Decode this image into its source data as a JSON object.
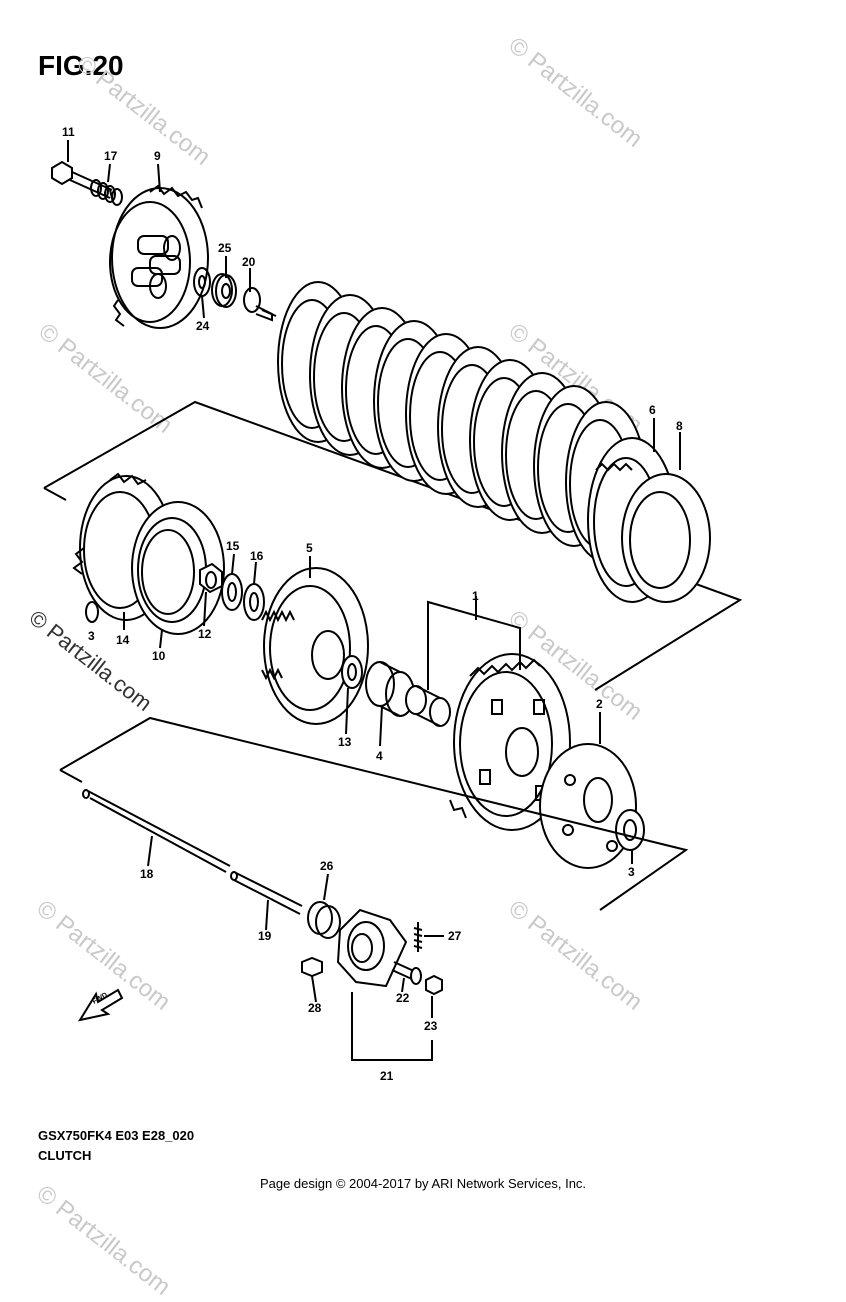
{
  "figure_title": "FIG.20",
  "catalog_code": "GSX750FK4 E03 E28_020",
  "catalog_name": "CLUTCH",
  "footer": "Page design © 2004-2017 by ARI Network Services, Inc.",
  "watermark": "© Partzilla.com",
  "fwd_label": "FWD",
  "callouts": {
    "c1": "1",
    "c2": "2",
    "c3": "3",
    "c4": "4",
    "c5": "5",
    "c6": "6",
    "c8": "8",
    "c9": "9",
    "c10": "10",
    "c11": "11",
    "c12": "12",
    "c13": "13",
    "c14": "14",
    "c15": "15",
    "c16": "16",
    "c17": "17",
    "c18": "18",
    "c19": "19",
    "c20": "20",
    "c21": "21",
    "c22": "22",
    "c23": "23",
    "c24": "24",
    "c25": "25",
    "c26": "26",
    "c27": "27",
    "c28": "28",
    "c3b": "3"
  }
}
